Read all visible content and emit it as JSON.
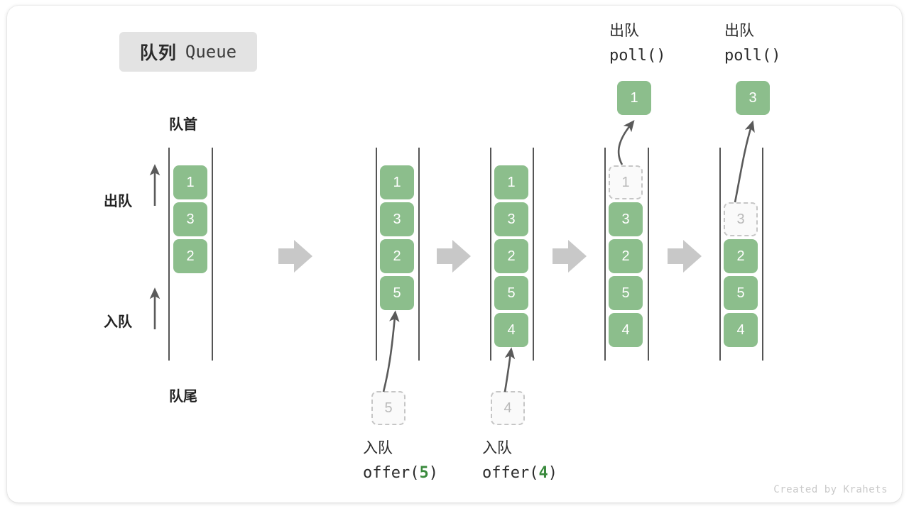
{
  "title": {
    "cn": "队列",
    "en": "Queue"
  },
  "labels": {
    "head": "队首",
    "tail": "队尾",
    "dequeue": "出队",
    "enqueue": "入队"
  },
  "credit": "Created by Krahets",
  "colors": {
    "cell_fill": "#8cbe8c",
    "cell_text": "#ffffff",
    "ghost_fill": "#fafafa",
    "ghost_border": "#c6c6c6",
    "ghost_text": "#b9b9b9",
    "rail": "#555555",
    "arrow_gray": "#c8c8c8",
    "curve_arrow": "#5a5a5a",
    "badge_bg": "#e3e3e3",
    "accent_green": "#3a8a3d",
    "credit_text": "#c9c9c9"
  },
  "columns": [
    {
      "id": "initial",
      "cells": [
        "1",
        "3",
        "2"
      ],
      "ghost_cell": null,
      "popped_cell": null,
      "op_line1": null,
      "op_line2_pre": null,
      "op_line2_num": null,
      "op_line2_post": null,
      "input_ghost": null
    },
    {
      "id": "offer-5",
      "cells": [
        "1",
        "3",
        "2",
        "5"
      ],
      "input_ghost": "5",
      "op_line1": "入队",
      "op_line2_pre": "offer(",
      "op_line2_num": "5",
      "op_line2_post": ")"
    },
    {
      "id": "offer-4",
      "cells": [
        "1",
        "3",
        "2",
        "5",
        "4"
      ],
      "input_ghost": "4",
      "op_line1": "入队",
      "op_line2_pre": "offer(",
      "op_line2_num": "4",
      "op_line2_post": ")"
    },
    {
      "id": "poll-1",
      "ghost_cell": "1",
      "cells": [
        "3",
        "2",
        "5",
        "4"
      ],
      "popped_cell": "1",
      "op_line1": "出队",
      "op_line2_pre": "poll()",
      "op_line2_num": null,
      "op_line2_post": null
    },
    {
      "id": "poll-3",
      "ghost_cell": "3",
      "cells": [
        "2",
        "5",
        "4"
      ],
      "popped_cell": "3",
      "op_line1": "出队",
      "op_line2_pre": "poll()",
      "op_line2_num": null,
      "op_line2_post": null
    }
  ],
  "step_arrows": [
    {
      "name": "step-arrow-1"
    },
    {
      "name": "step-arrow-2"
    },
    {
      "name": "step-arrow-3"
    },
    {
      "name": "step-arrow-4"
    }
  ]
}
